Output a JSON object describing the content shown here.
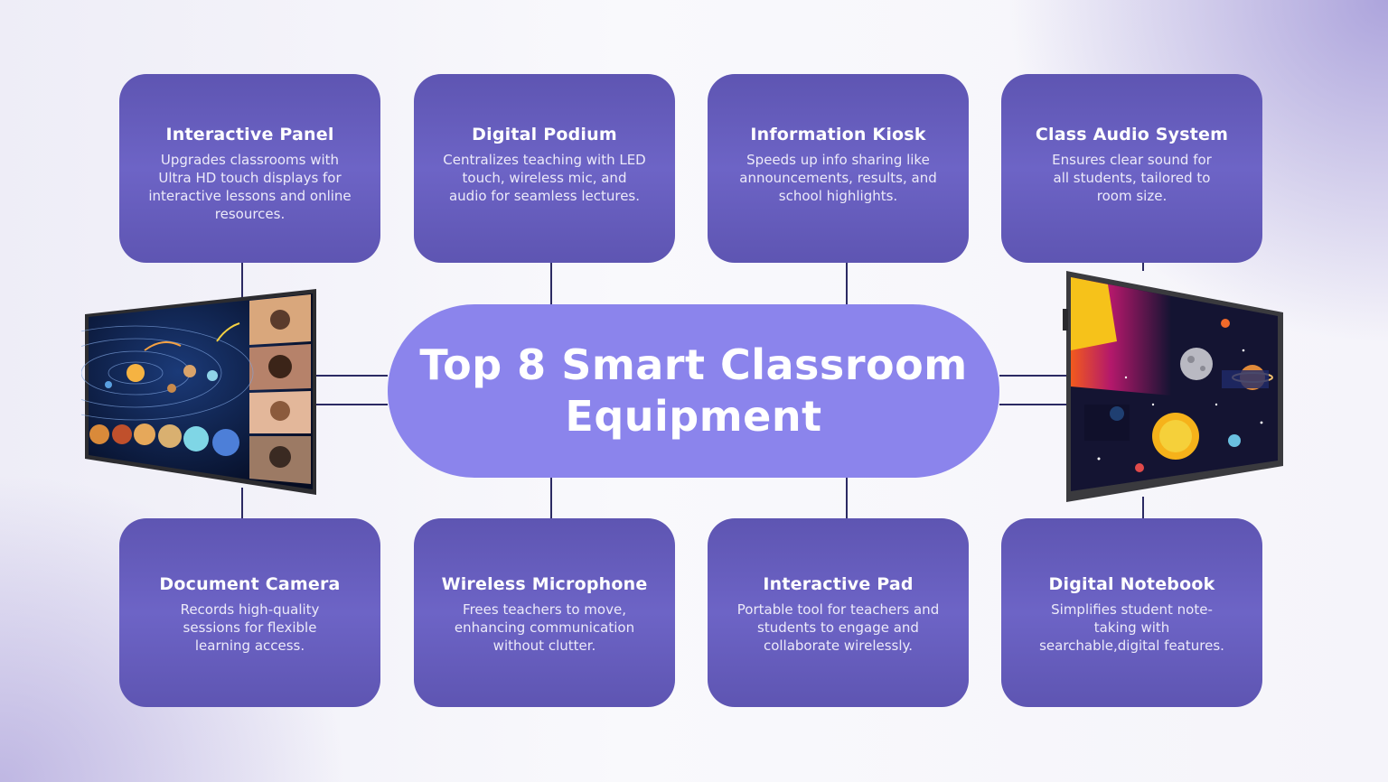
{
  "title": "Top 8 Smart Classroom Equipment",
  "colors": {
    "card": "#6a61c1",
    "center_pill": "#8b84ec",
    "connector": "#2b2a63",
    "text": "#ffffff"
  },
  "cards_top": [
    {
      "title": "Interactive Panel",
      "description": "Upgrades classrooms with Ultra HD touch displays for interactive lessons and online resources."
    },
    {
      "title": "Digital Podium",
      "description": "Centralizes teaching with LED touch, wireless mic, and audio for seamless lectures."
    },
    {
      "title": "Information Kiosk",
      "description": "Speeds up info sharing like announcements, results, and school highlights."
    },
    {
      "title": "Class Audio System",
      "description": "Ensures clear sound for all students, tailored to room size."
    }
  ],
  "cards_bottom": [
    {
      "title": "Document Camera",
      "description": "Records high-quality sessions for flexible learning access."
    },
    {
      "title": "Wireless Microphone",
      "description": "Frees teachers to move, enhancing communication without clutter."
    },
    {
      "title": "Interactive Pad",
      "description": "Portable tool for teachers and students to engage and collaborate wirelessly."
    },
    {
      "title": "Digital Notebook",
      "description": "Simplifies student note-taking with searchable,digital features."
    }
  ],
  "images": {
    "left_panel": "interactive-panel-solar-system-image",
    "right_panel": "interactive-panel-universe-infographic-image"
  }
}
